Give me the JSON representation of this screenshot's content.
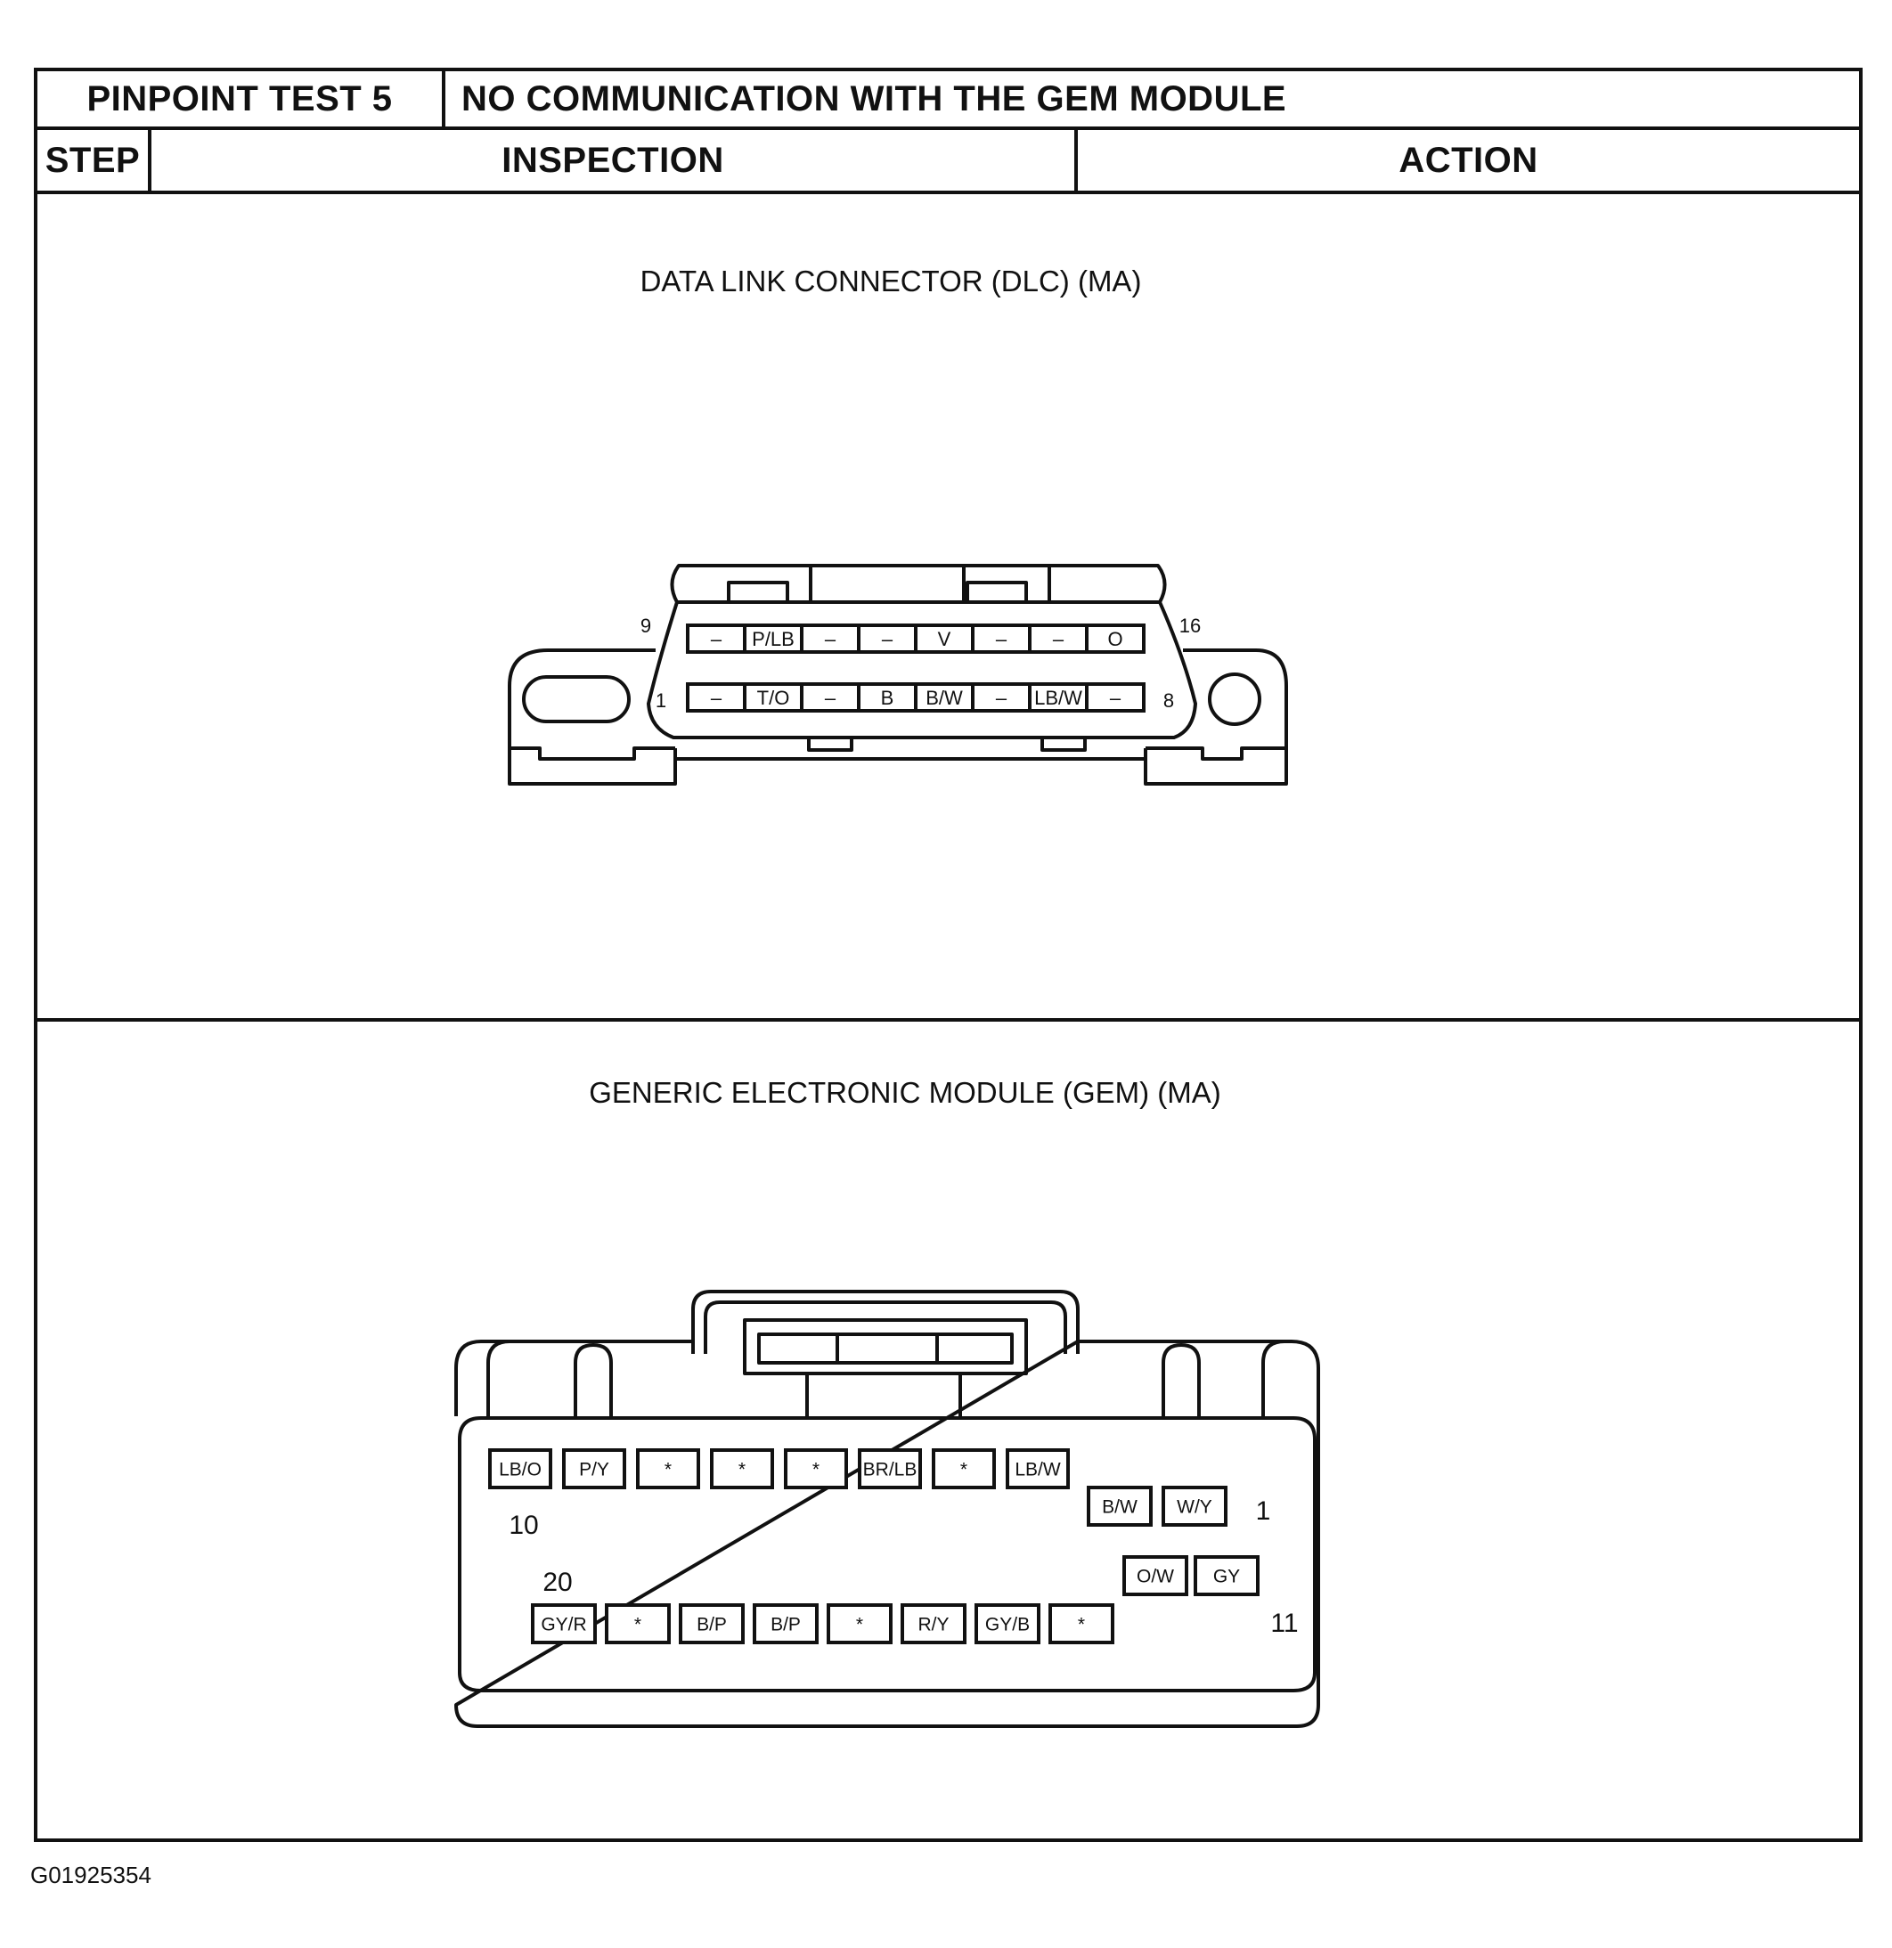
{
  "header": {
    "test_label": "PINPOINT TEST 5",
    "test_title": "NO COMMUNICATION WITH THE GEM MODULE",
    "col_step": "STEP",
    "col_inspection": "INSPECTION",
    "col_action": "ACTION"
  },
  "dlc": {
    "title": "DATA LINK CONNECTOR (DLC) (MA)",
    "pin_start_top": "9",
    "pin_end_top": "16",
    "pin_start_bottom": "1",
    "pin_end_bottom": "8",
    "top_row": [
      "–",
      "P/LB",
      "–",
      "–",
      "V",
      "–",
      "–",
      "O"
    ],
    "bottom_row": [
      "–",
      "T/O",
      "–",
      "B",
      "B/W",
      "–",
      "LB/W",
      "–"
    ]
  },
  "gem": {
    "title": "GENERIC ELECTRONIC MODULE (GEM) (MA)",
    "top_row": [
      "LB/O",
      "P/Y",
      "*",
      "*",
      "*",
      "BR/LB",
      "*",
      "LB/W"
    ],
    "right_top": [
      "B/W",
      "W/Y"
    ],
    "right_bottom": [
      "O/W",
      "GY"
    ],
    "bottom_row": [
      "GY/R",
      "*",
      "B/P",
      "B/P",
      "*",
      "R/Y",
      "GY/B",
      "*"
    ],
    "pin_label_10": "10",
    "pin_label_1": "1",
    "pin_label_20": "20",
    "pin_label_11": "11"
  },
  "footer": {
    "code": "G01925354"
  },
  "colors": {
    "line": "#111111",
    "background": "#ffffff"
  }
}
